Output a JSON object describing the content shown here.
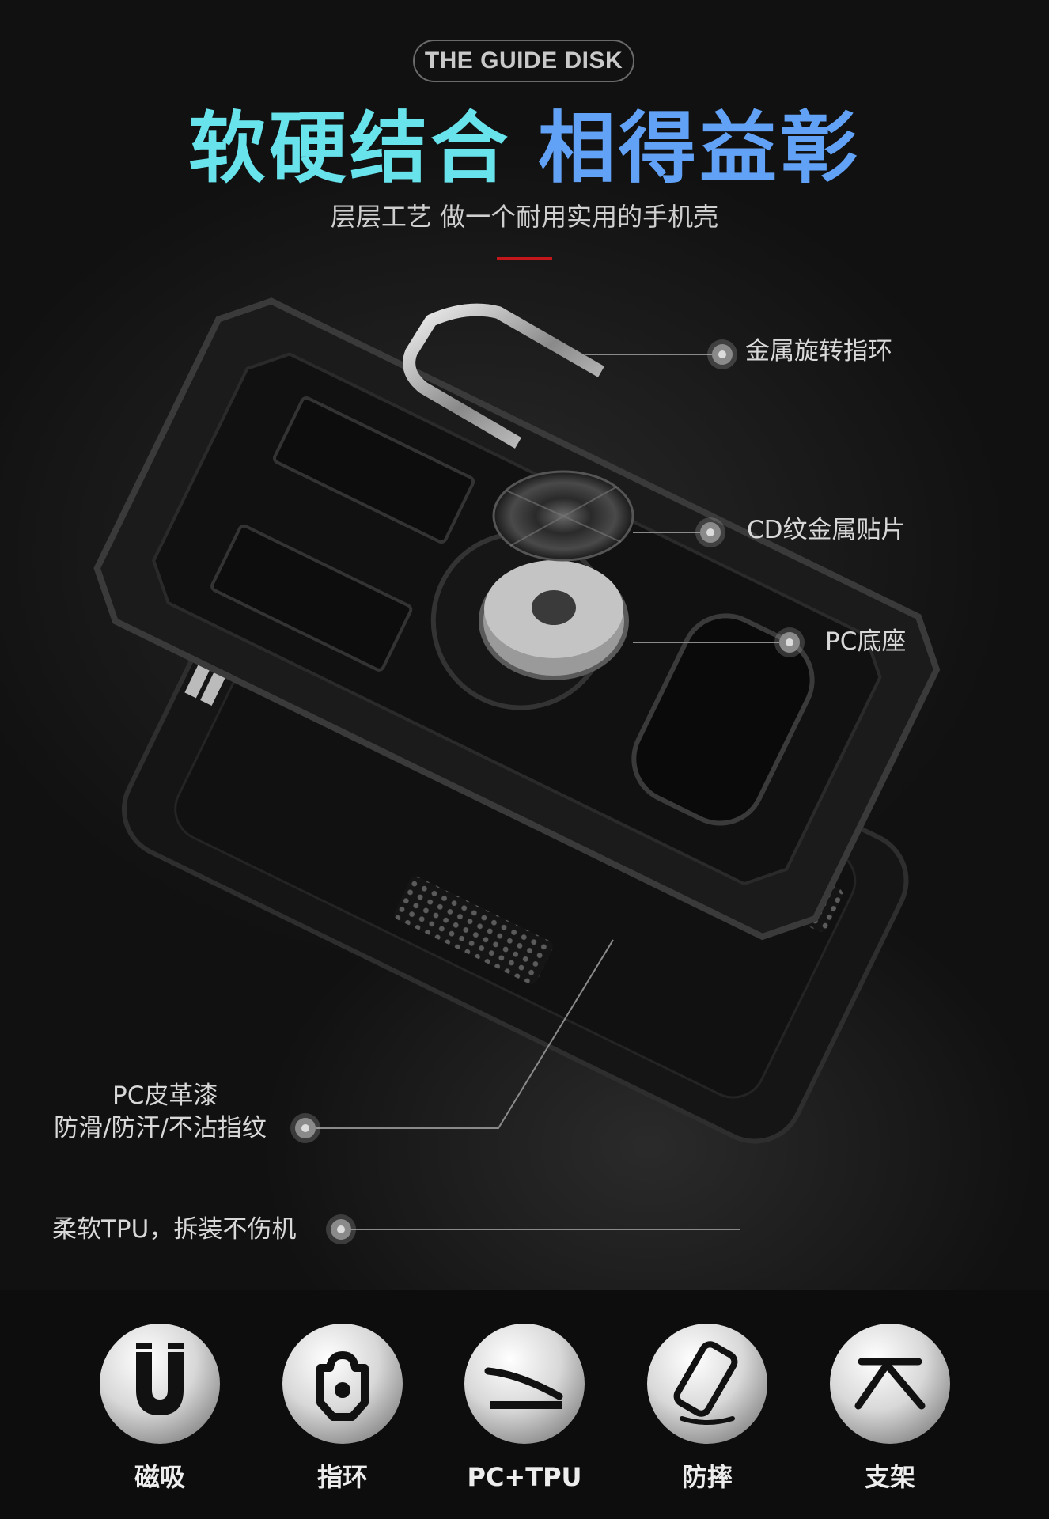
{
  "header": {
    "badge": "THE GUIDE DISK",
    "title_part1": "软硬结合",
    "title_part2": "相得益彰",
    "subtitle": "层层工艺 做一个耐用实用的手机壳"
  },
  "callouts": {
    "ring": "金属旋转指环",
    "cd_plate": "CD纹金属贴片",
    "pc_base": "PC底座",
    "pc_leather_line1": "PC皮革漆",
    "pc_leather_line2": "防滑/防汗/不沾指纹",
    "tpu": "柔软TPU，拆装不伤机"
  },
  "features": [
    {
      "label": "磁吸",
      "icon": "magnet-icon"
    },
    {
      "label": "指环",
      "icon": "ring-icon"
    },
    {
      "label": "PC+TPU",
      "icon": "layers-icon"
    },
    {
      "label": "防摔",
      "icon": "drop-proof-icon"
    },
    {
      "label": "支架",
      "icon": "stand-icon"
    }
  ],
  "colors": {
    "title_cyan": "#68e3ec",
    "title_blue": "#62a2f6",
    "accent_red": "#c4171c",
    "background": "#0c0c0c"
  }
}
